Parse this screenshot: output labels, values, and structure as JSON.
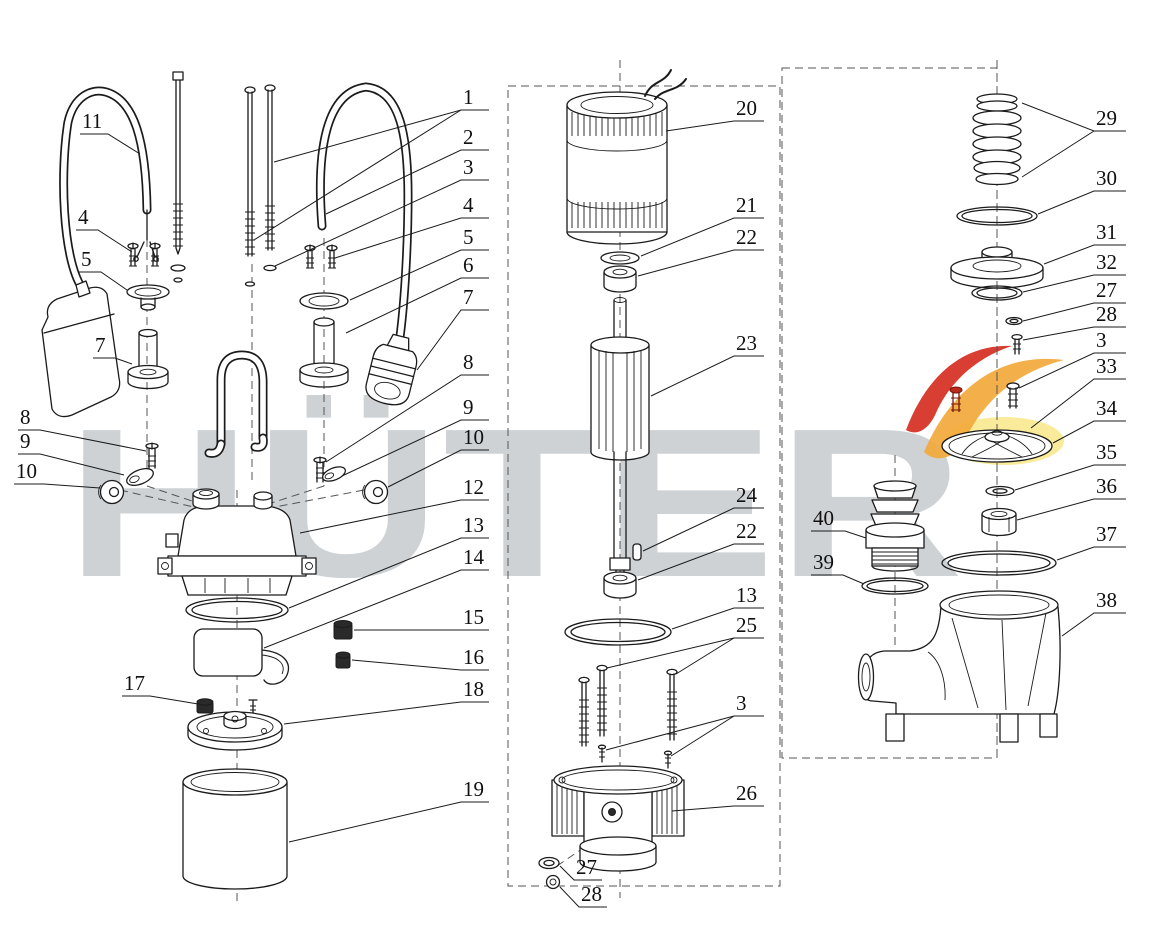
{
  "watermark": "HÜTER",
  "labels": {
    "n1": "1",
    "n2": "2",
    "n3": "3",
    "n4": "4",
    "n5": "5",
    "n6": "6",
    "n7": "7",
    "n8": "8",
    "n9": "9",
    "n10": "10",
    "n11": "11",
    "n12": "12",
    "n13": "13",
    "n14": "14",
    "n15": "15",
    "n16": "16",
    "n17": "17",
    "n18": "18",
    "n19": "19",
    "n20": "20",
    "n21": "21",
    "n22": "22",
    "n23": "23",
    "n24": "24",
    "n25": "25",
    "n26": "26",
    "n27": "27",
    "n28": "28",
    "n29": "29",
    "n30": "30",
    "n31": "31",
    "n32": "32",
    "n33": "33",
    "n34": "34",
    "n35": "35",
    "n36": "36",
    "n37": "37",
    "n38": "38",
    "n39": "39",
    "n40": "40"
  },
  "colors": {
    "line": "#1b1b1b",
    "watermark": "#ced2d5",
    "logo_red": "#d63426",
    "logo_orange": "#f2a93b",
    "logo_yellow": "#f7e680"
  }
}
